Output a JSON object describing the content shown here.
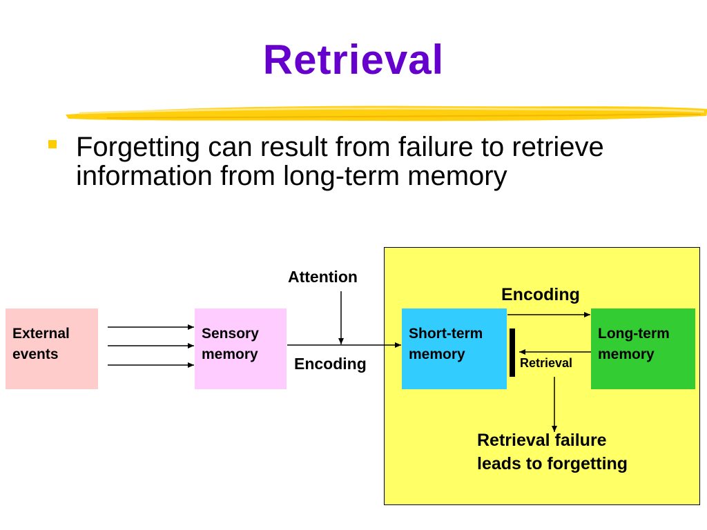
{
  "slide": {
    "title": "Retrieval",
    "bullet": "Forgetting can result from failure to retrieve information from long-term memory"
  },
  "diagram": {
    "external_events": "External\nevents",
    "sensory_memory": "Sensory\nmemory",
    "short_term_memory": "Short-term\nmemory",
    "long_term_memory": "Long-term\nmemory",
    "attention_label": "Attention",
    "encoding_label_left": "Encoding",
    "encoding_label_right": "Encoding",
    "retrieval_label": "Retrieval",
    "failure_note_line1": "Retrieval failure",
    "failure_note_line2": "leads to forgetting"
  },
  "colors": {
    "title": "#6600cc",
    "bullet": "#ffcc00",
    "external_events": "#ffcccc",
    "sensory_memory": "#ffccff",
    "short_term_memory": "#33ccff",
    "long_term_memory": "#33cc33",
    "highlight_panel": "#ffff66"
  }
}
